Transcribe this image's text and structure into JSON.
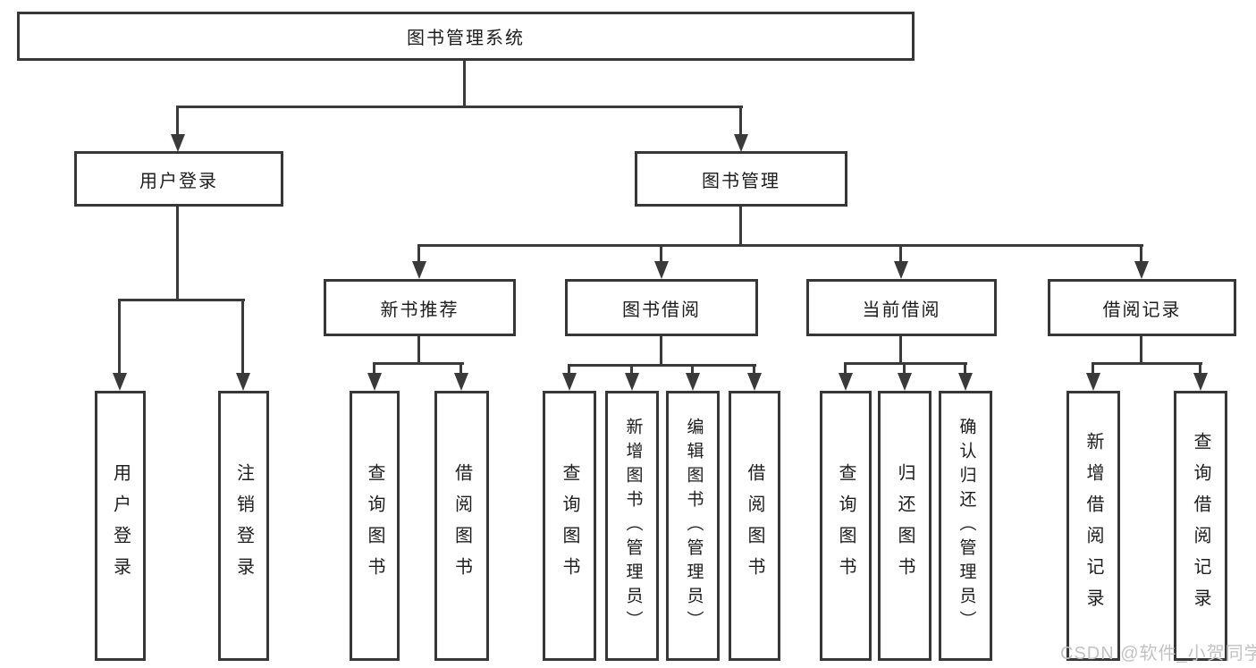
{
  "watermark": {
    "text": "CSDN @软件_小贺同学",
    "color": "#c2c2c2"
  },
  "colors": {
    "background": "#ffffff",
    "line": "#3a3a3a",
    "box_border": "#373737",
    "text": "#1d1d1d"
  },
  "tree": {
    "label": "图书管理系统",
    "children": [
      {
        "label": "用户登录",
        "children": [
          {
            "label": "用户登录"
          },
          {
            "label": "注销登录"
          }
        ]
      },
      {
        "label": "图书管理",
        "children": [
          {
            "label": "新书推荐",
            "children": [
              {
                "label": "查询图书"
              },
              {
                "label": "借阅图书"
              }
            ]
          },
          {
            "label": "图书借阅",
            "children": [
              {
                "label": "查询图书"
              },
              {
                "label": "新增图书（管理员）"
              },
              {
                "label": "编辑图书（管理员）"
              },
              {
                "label": "借阅图书"
              }
            ]
          },
          {
            "label": "当前借阅",
            "children": [
              {
                "label": "查询图书"
              },
              {
                "label": "归还图书"
              },
              {
                "label": "确认归还（管理员）"
              }
            ]
          },
          {
            "label": "借阅记录",
            "children": [
              {
                "label": "新增借阅记录"
              },
              {
                "label": "查询借阅记录"
              }
            ]
          }
        ]
      }
    ]
  }
}
